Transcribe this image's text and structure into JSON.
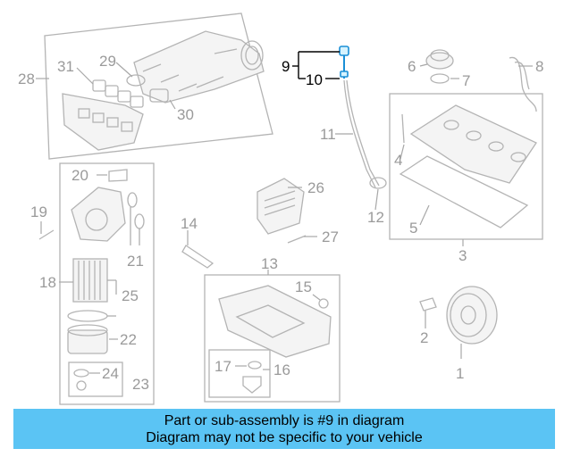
{
  "callouts": [
    "1",
    "2",
    "3",
    "4",
    "5",
    "6",
    "7",
    "8",
    "9",
    "10",
    "11",
    "12",
    "13",
    "14",
    "15",
    "16",
    "17",
    "18",
    "19",
    "20",
    "21",
    "22",
    "23",
    "24",
    "25",
    "26",
    "27",
    "28",
    "29",
    "30",
    "31"
  ],
  "highlight_callout": "9",
  "banner": {
    "line1": "Part or sub-assembly is #9 in diagram",
    "line2": "Diagram may not be specific to your vehicle"
  }
}
